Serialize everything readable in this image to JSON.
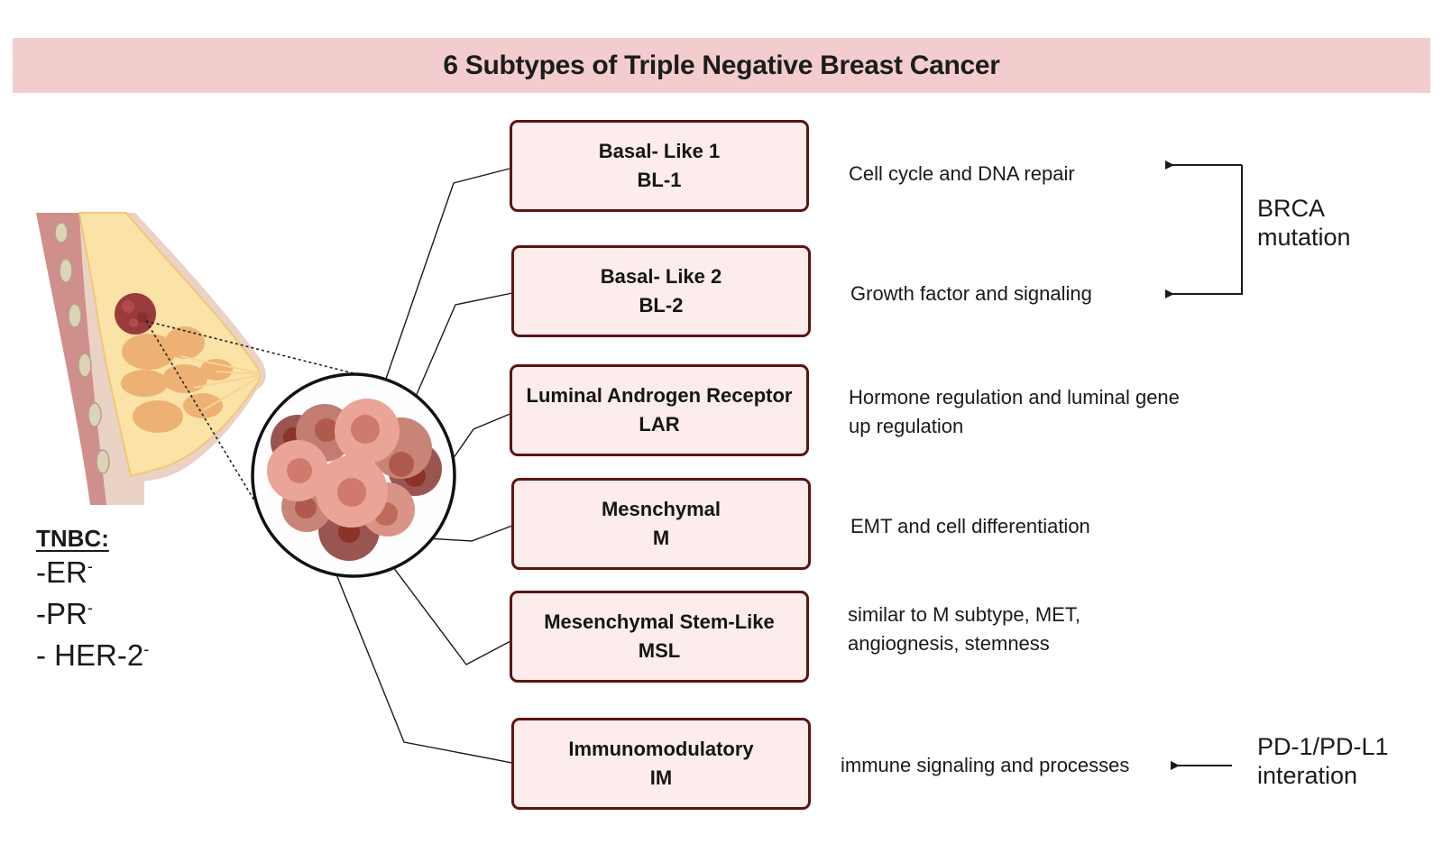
{
  "title": "6  Subtypes of Triple Negative Breast Cancer",
  "tnbc": {
    "heading": "TNBC:",
    "markers": [
      {
        "prefix": "-ER",
        "sup": "-"
      },
      {
        "prefix": "-PR",
        "sup": "-"
      },
      {
        "prefix": "- HER-2",
        "sup": "-"
      }
    ]
  },
  "subtypes": [
    {
      "name": "Basal- Like 1",
      "abbr": "BL-1",
      "description": [
        "Cell cycle and DNA repair"
      ]
    },
    {
      "name": "Basal- Like 2",
      "abbr": "BL-2",
      "description": [
        "Growth factor and signaling"
      ]
    },
    {
      "name": "Luminal Androgen Receptor",
      "abbr": "LAR",
      "description": [
        "Hormone regulation and luminal gene",
        "up regulation"
      ]
    },
    {
      "name": "Mesnchymal",
      "abbr": "M",
      "description": [
        "EMT and cell differentiation"
      ]
    },
    {
      "name": "Mesenchymal Stem-Like",
      "abbr": "MSL",
      "description": [
        "similar to M subtype, MET,",
        "angiognesis, stemness"
      ]
    },
    {
      "name": "Immunomodulatory",
      "abbr": "IM",
      "description": [
        "immune signaling and processes"
      ]
    }
  ],
  "annotations": {
    "brca": [
      "BRCA",
      "mutation"
    ],
    "pd1": [
      "PD-1/PD-L1",
      "interation"
    ]
  },
  "colors": {
    "title_bg": "#f3cdcd",
    "box_fill": "#fdecec",
    "box_border": "#5e1313",
    "tumor": "#9b3a3a"
  },
  "icons": {
    "breast_illustration": "breast-anatomy-icon",
    "tumor_cells": "tumor-cell-cluster-icon"
  }
}
